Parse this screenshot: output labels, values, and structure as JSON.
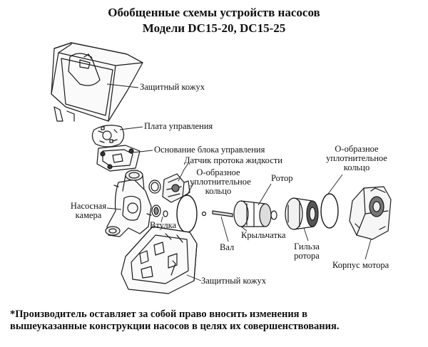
{
  "title": {
    "line1": "Обобщенные схемы устройств насосов",
    "line2": "Модели DC15-20, DC15-25"
  },
  "labels": {
    "protective_cover_top": "Защитный кожух",
    "control_board": "Плата управления",
    "control_unit_base": "Основание блока управления",
    "flow_sensor": "Датчик протока жидкости",
    "o_ring_left": [
      "О-образное",
      "уплотнительное",
      "кольцо"
    ],
    "o_ring_right": [
      "О-образное",
      "уплотнительное",
      "кольцо"
    ],
    "rotor": "Ротор",
    "pump_chamber": [
      "Насосная",
      "камера"
    ],
    "bushing": "Втулка",
    "impeller": "Крыльчатка",
    "shaft": "Вал",
    "rotor_sleeve": [
      "Гильза",
      "ротора"
    ],
    "motor_housing": "Корпус мотора",
    "protective_cover_bottom": "Защитный кожух"
  },
  "footnote": {
    "line1": "*Производитель оставляет за собой право вносить изменения в",
    "line2": "вышеуказанные конструкции насосов в целях их совершенствования."
  }
}
